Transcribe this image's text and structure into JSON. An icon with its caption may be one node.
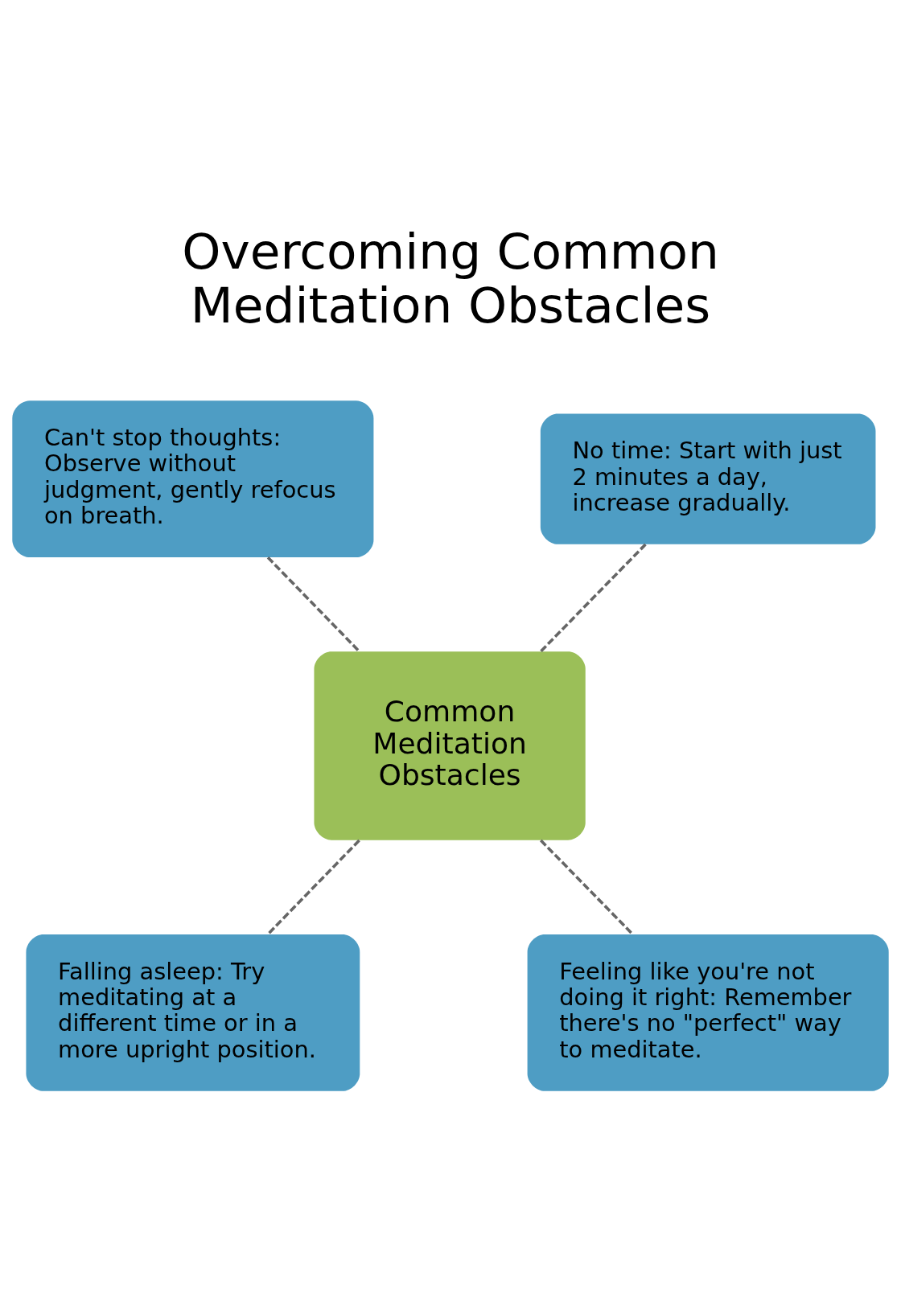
{
  "diagram": {
    "title": "Overcoming Common Meditation Obstacles",
    "nodes": [
      {
        "text": [
          "Can't stop thoughts: Observe without judgment, gently refocus on breath."
        ]
      },
      {
        "text": [
          "No time: Start with just 2 minutes a day, increase gradually."
        ]
      },
      {
        "text": [
          "Common Meditation Obstacles"
        ]
      },
      {
        "text": [
          "Falling asleep: Try meditating at a different time or in a more upright position."
        ]
      },
      {
        "text": [
          "Feeling like you're not doing it right: Remember there's no \"perfect\" way to meditate."
        ]
      }
    ],
    "edges": [
      {
        "from": 0,
        "to": 2,
        "arrow": "none",
        "style": "dashed"
      },
      {
        "from": 1,
        "to": 2,
        "arrow": "none",
        "style": "dashed"
      },
      {
        "from": 2,
        "to": 3,
        "arrow": "none",
        "style": "dashed"
      },
      {
        "from": 2,
        "to": 4,
        "arrow": "none",
        "style": "dashed"
      }
    ]
  }
}
